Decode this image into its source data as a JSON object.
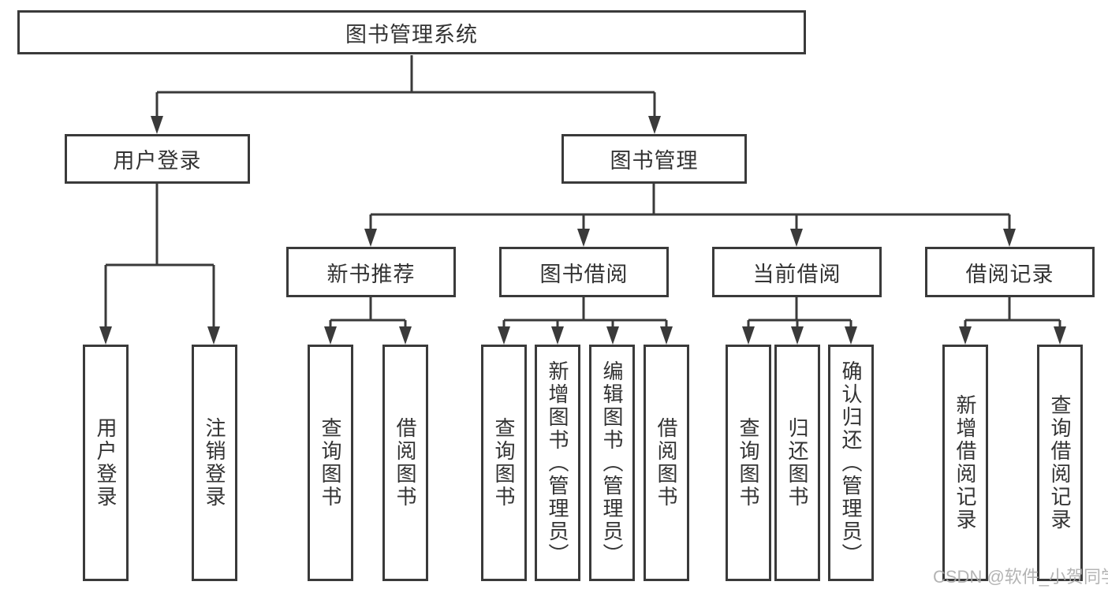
{
  "diagram": {
    "root": "图书管理系统",
    "branches": [
      {
        "label": "用户登录",
        "leaves": [
          "用户登录",
          "注销登录"
        ]
      },
      {
        "label": "图书管理",
        "groups": [
          {
            "label": "新书推荐",
            "leaves": [
              "查询图书",
              "借阅图书"
            ]
          },
          {
            "label": "图书借阅",
            "leaves": [
              "查询图书",
              "新增图书（管理员）",
              "编辑图书（管理员）",
              "借阅图书"
            ]
          },
          {
            "label": "当前借阅",
            "leaves": [
              "查询图书",
              "归还图书",
              "确认归还（管理员）"
            ]
          },
          {
            "label": "借阅记录",
            "leaves": [
              "新增借阅记录",
              "查询借阅记录"
            ]
          }
        ]
      }
    ]
  },
  "watermark": "CSDN @软件_小贺同学",
  "colors": {
    "line": "#3a3a3a",
    "text": "#333333",
    "watermark": "#acacac",
    "background": "#ffffff"
  }
}
